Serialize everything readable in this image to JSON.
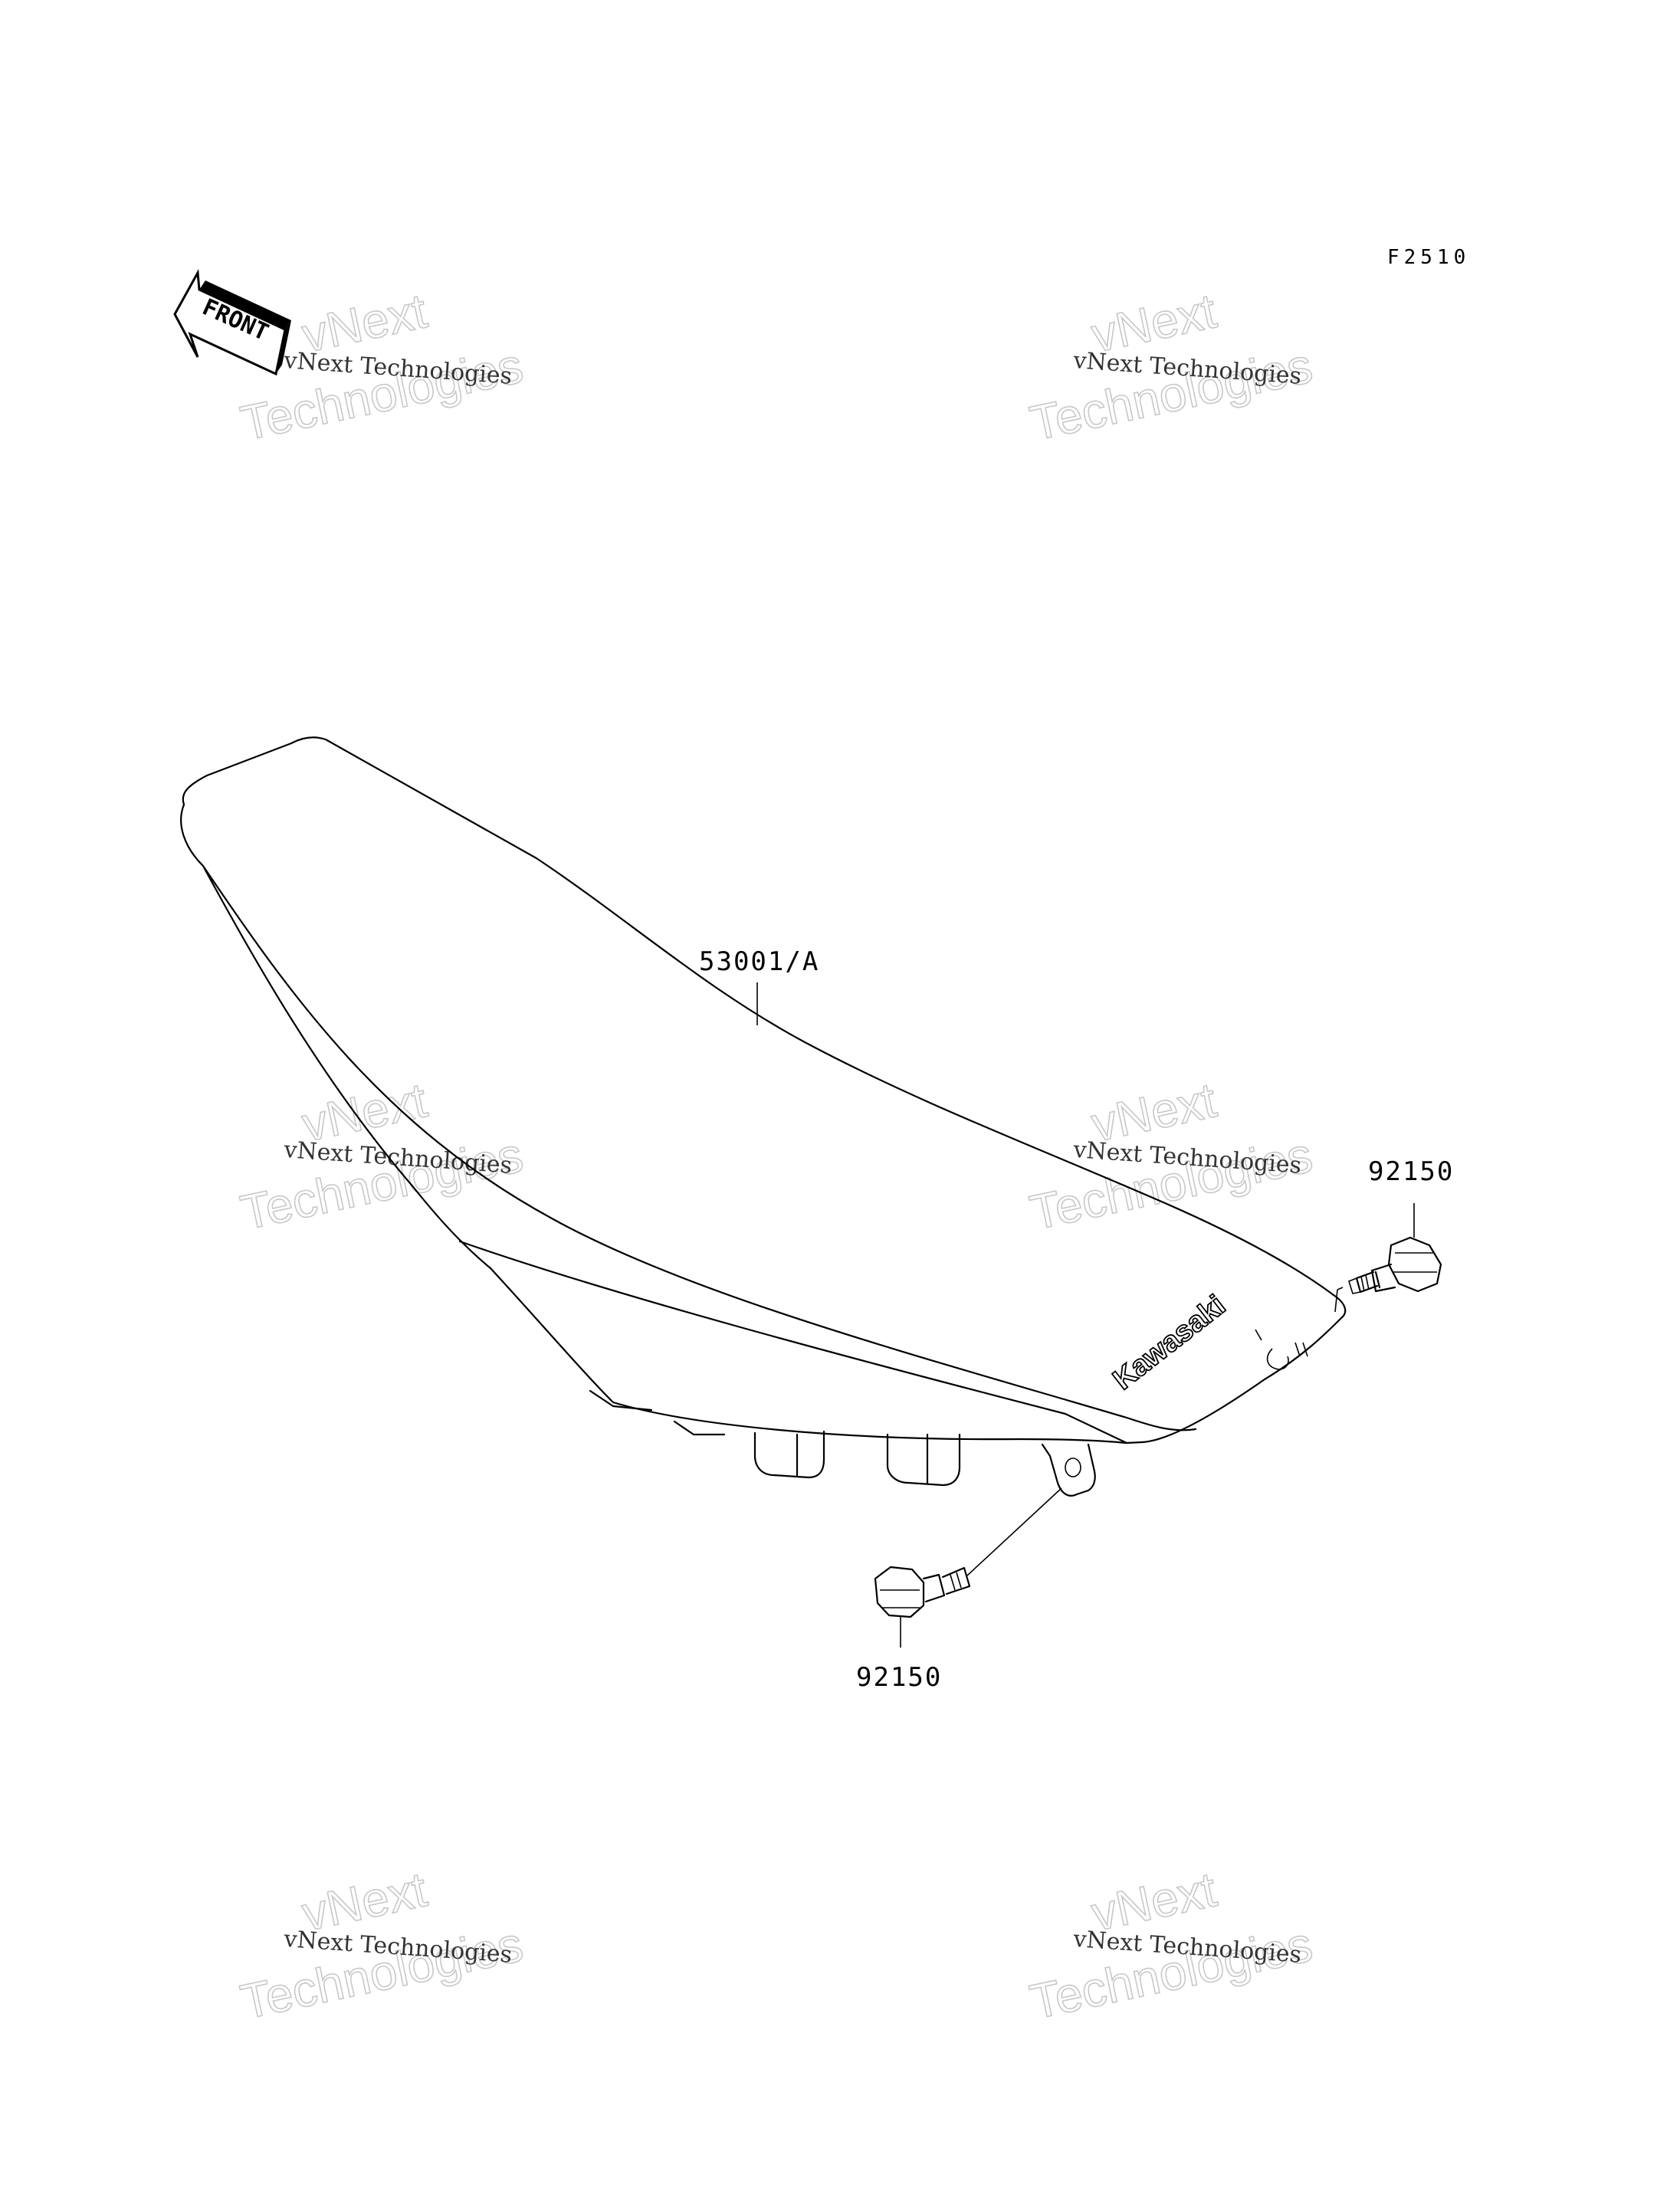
{
  "figure_code": "F2510",
  "front_arrow": {
    "label": "FRONT"
  },
  "callouts": {
    "seat": "53001/A",
    "bolt_right": "92150",
    "bolt_bottom": "92150"
  },
  "seat_brand": "Kawasaki",
  "watermark": {
    "line1": "vNext Technologies",
    "big_line1": "vNext",
    "big_line2": "Technologies"
  }
}
